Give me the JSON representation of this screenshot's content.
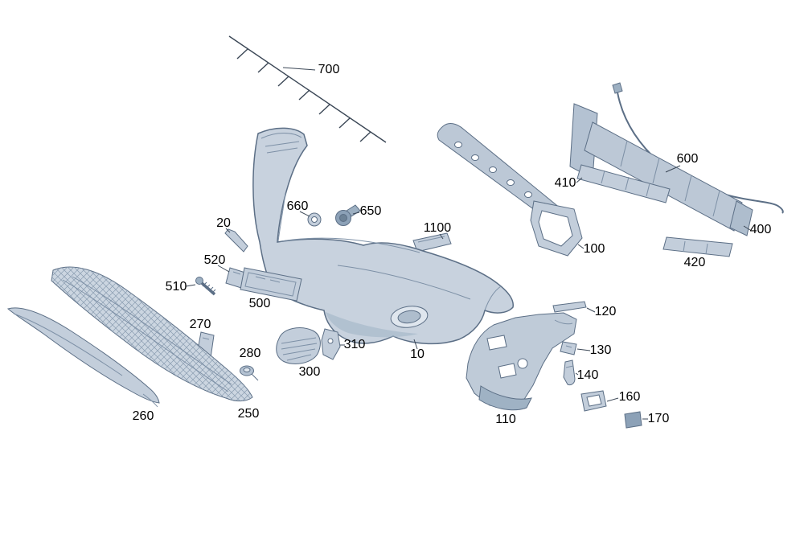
{
  "diagram": {
    "colors": {
      "background": "#ffffff",
      "part_fill": "#c3cedb",
      "part_fill_dark": "#9fb2c4",
      "part_stroke": "#5c6f86",
      "callout_line": "#3a4655",
      "label_text": "#000000"
    },
    "parts": [
      "700",
      "600",
      "410",
      "400",
      "420",
      "100",
      "1100",
      "650",
      "660",
      "20",
      "520",
      "510",
      "500",
      "270",
      "280",
      "300",
      "310",
      "10",
      "120",
      "130",
      "140",
      "160",
      "170",
      "110",
      "260",
      "250"
    ]
  }
}
